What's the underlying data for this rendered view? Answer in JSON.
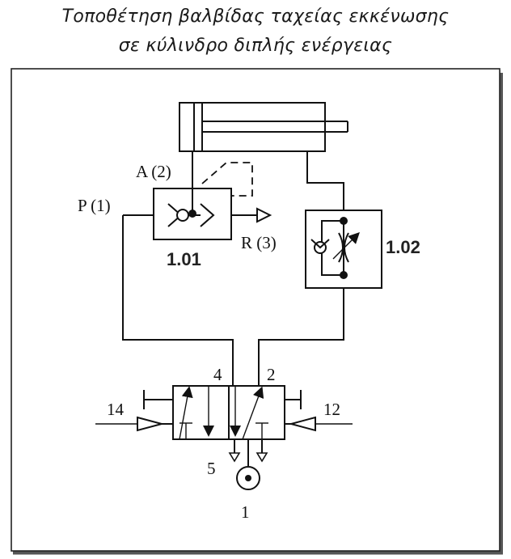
{
  "title": {
    "line1": "Τοποθέτηση βαλβίδας ταχείας εκκένωσης",
    "line2": "σε κύλινδρο διπλής  ενέργειας"
  },
  "labels": {
    "port_a": "A (2)",
    "port_p": "P (1)",
    "port_r": "R (3)",
    "valve_1_01": "1.01",
    "valve_1_02": "1.02",
    "port_4": "4",
    "port_2": "2",
    "pilot_14": "14",
    "pilot_12": "12",
    "exhaust_5": "5",
    "supply_1": "1"
  },
  "colors": {
    "line": "#111111",
    "frame_shadow": "#555555",
    "paper": "#ffffff"
  }
}
